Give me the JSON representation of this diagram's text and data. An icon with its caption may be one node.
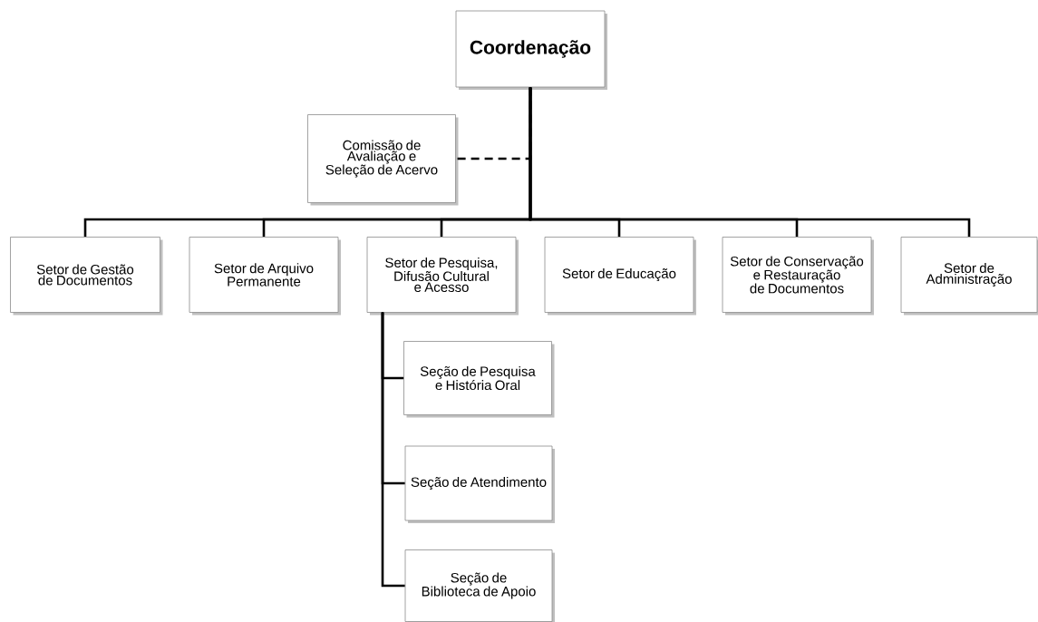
{
  "diagram": {
    "nodes": [
      {
        "text": [
          "Coordenação"
        ]
      },
      {
        "text": [
          "Comissão de Avaliação e Seleção de Acervo"
        ]
      },
      {
        "text": [
          "Setor de Gestão de Documentos"
        ]
      },
      {
        "text": [
          "Setor de Arquivo Permanente"
        ]
      },
      {
        "text": [
          "Setor de Pesquisa, Difusão Cultural e Acesso"
        ]
      },
      {
        "text": [
          "Setor de Educação"
        ]
      },
      {
        "text": [
          "Setor de Conservação e Restauração de Documentos"
        ]
      },
      {
        "text": [
          "Setor de Administração"
        ]
      },
      {
        "text": [
          "Seção de Pesquisa e História Oral"
        ]
      },
      {
        "text": [
          "Seção de Atendimento"
        ]
      },
      {
        "text": [
          "Seção de Biblioteca de Apoio"
        ]
      }
    ],
    "edges": [
      {
        "from": 0,
        "to": 1,
        "arrow": "none",
        "style": "dashed"
      },
      {
        "from": 0,
        "to": 2,
        "arrow": "none"
      },
      {
        "from": 0,
        "to": 3,
        "arrow": "none"
      },
      {
        "from": 0,
        "to": 4,
        "arrow": "none"
      },
      {
        "from": 0,
        "to": 5,
        "arrow": "none"
      },
      {
        "from": 0,
        "to": 6,
        "arrow": "none"
      },
      {
        "from": 0,
        "to": 7,
        "arrow": "none"
      },
      {
        "from": 4,
        "to": 8,
        "arrow": "none"
      },
      {
        "from": 4,
        "to": 9,
        "arrow": "none"
      },
      {
        "from": 4,
        "to": 10,
        "arrow": "none"
      }
    ]
  }
}
